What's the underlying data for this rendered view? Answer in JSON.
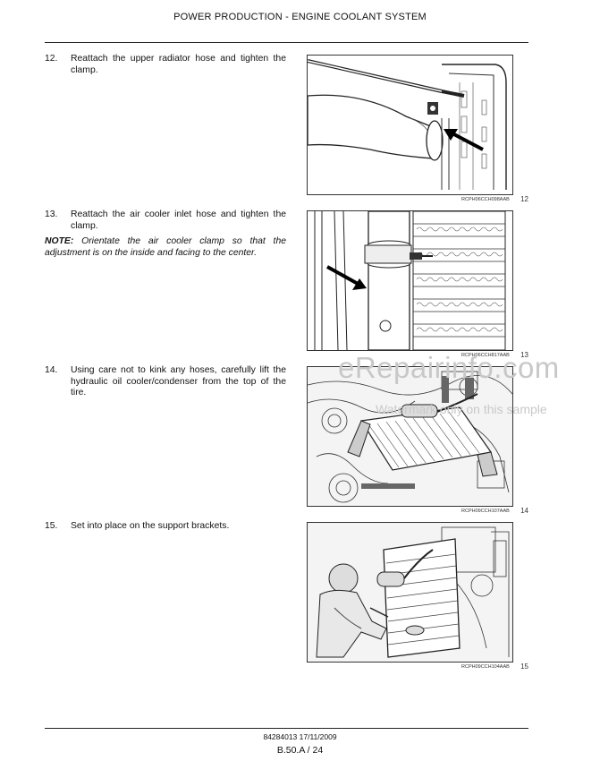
{
  "header": {
    "title": "POWER PRODUCTION - ENGINE COOLANT SYSTEM"
  },
  "steps": [
    {
      "number": "12.",
      "text": "Reattach the upper radiator hose and tighten the clamp."
    },
    {
      "number": "13.",
      "text": "Reattach the air cooler inlet hose and tighten the clamp."
    },
    {
      "number": "14.",
      "text": "Using care not to kink any hoses, carefully lift the hydraulic oil cooler/condenser from the top of the tire."
    },
    {
      "number": "15.",
      "text": "Set into place on the support brackets."
    }
  ],
  "note": {
    "label": "NOTE:",
    "text": "Orientate the air cooler clamp so that the adjustment is on the inside and facing to the center."
  },
  "figures": [
    {
      "code": "RCPH06CCH098AAB",
      "number": "12"
    },
    {
      "code": "RCPH06CCH817AAB",
      "number": "13"
    },
    {
      "code": "RCPH09CCH107AAB",
      "number": "14"
    },
    {
      "code": "RCPH09CCH104AAB",
      "number": "15"
    }
  ],
  "watermark": {
    "site": "eRepairinfo.com",
    "notice": "Watermark only on this sample"
  },
  "footer": {
    "doc": "84284013 17/11/2009",
    "page": "B.50.A / 24"
  }
}
